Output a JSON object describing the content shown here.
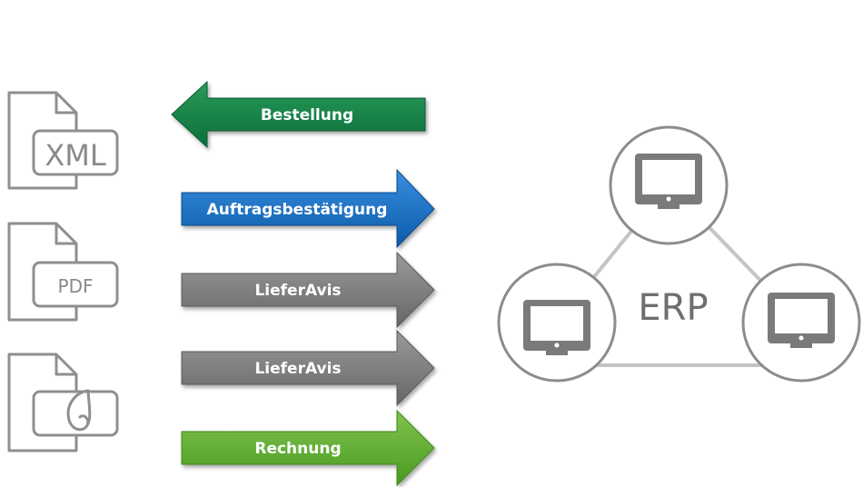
{
  "documents": [
    {
      "label": "XML",
      "icon": "xml-file-icon"
    },
    {
      "label": "PDF",
      "icon": "pdf-file-icon"
    },
    {
      "label": "",
      "icon": "swirl-file-icon"
    }
  ],
  "flows": [
    {
      "label": "Bestellung",
      "direction": "left",
      "color": "#0a6e3a",
      "highlight": "#2a9a5a"
    },
    {
      "label": "Auftragsbestätigung",
      "direction": "right",
      "color": "#0a63b8",
      "highlight": "#3b8ee0"
    },
    {
      "label": "LieferAvis",
      "direction": "right",
      "color": "#737373",
      "highlight": "#9a9a9a"
    },
    {
      "label": "LieferAvis",
      "direction": "right",
      "color": "#737373",
      "highlight": "#9a9a9a"
    },
    {
      "label": "Rechnung",
      "direction": "right",
      "color": "#55a52a",
      "highlight": "#7fc34e"
    }
  ],
  "erp": {
    "label": "ERP",
    "nodes": [
      "monitor-icon",
      "monitor-icon",
      "monitor-icon"
    ],
    "line_color": "#c4c4c4",
    "circle_stroke": "#8c8c8c",
    "icon_color": "#7a7a7a"
  }
}
